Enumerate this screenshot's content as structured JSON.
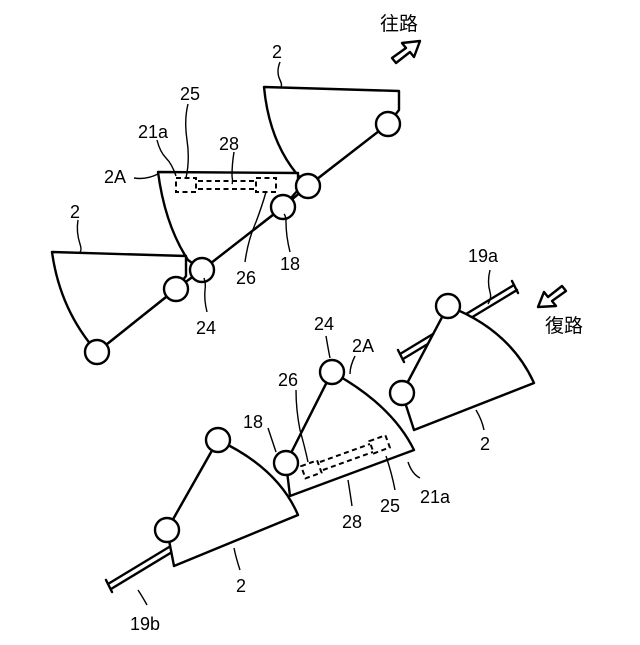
{
  "labels": {
    "outbound": "往路",
    "return": "復路",
    "bucket": "2",
    "bucket_a": "2A",
    "part_18": "18",
    "part_19a": "19a",
    "part_19b": "19b",
    "part_21a": "21a",
    "part_24": "24",
    "part_25": "25",
    "part_26": "26",
    "part_28": "28"
  },
  "colors": {
    "line": "#000000",
    "background": "#ffffff"
  },
  "icons": {
    "outbound_arrow": "arrow-up-right-icon",
    "return_arrow": "arrow-down-left-icon"
  }
}
